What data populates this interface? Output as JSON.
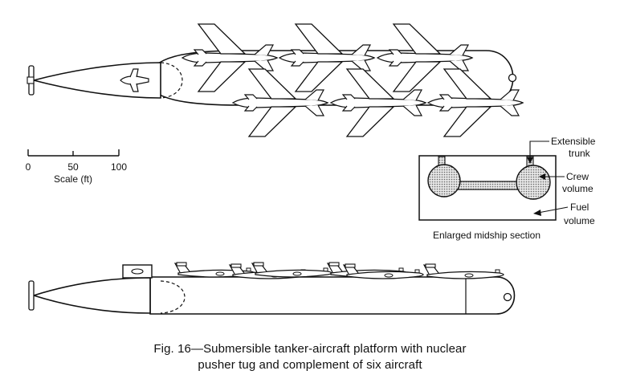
{
  "scale": {
    "ticks": [
      "0",
      "50",
      "100"
    ],
    "label": "Scale (ft)"
  },
  "callouts": {
    "extensible": "Extensible",
    "trunk": "trunk",
    "crew": "Crew",
    "crew_volume": "volume",
    "fuel": "Fuel",
    "fuel_volume": "volume"
  },
  "section_label": "Enlarged midship section",
  "caption": {
    "line1": "Fig. 16—Submersible tanker-aircraft platform with nuclear",
    "line2": "pusher tug and complement of six aircraft"
  }
}
